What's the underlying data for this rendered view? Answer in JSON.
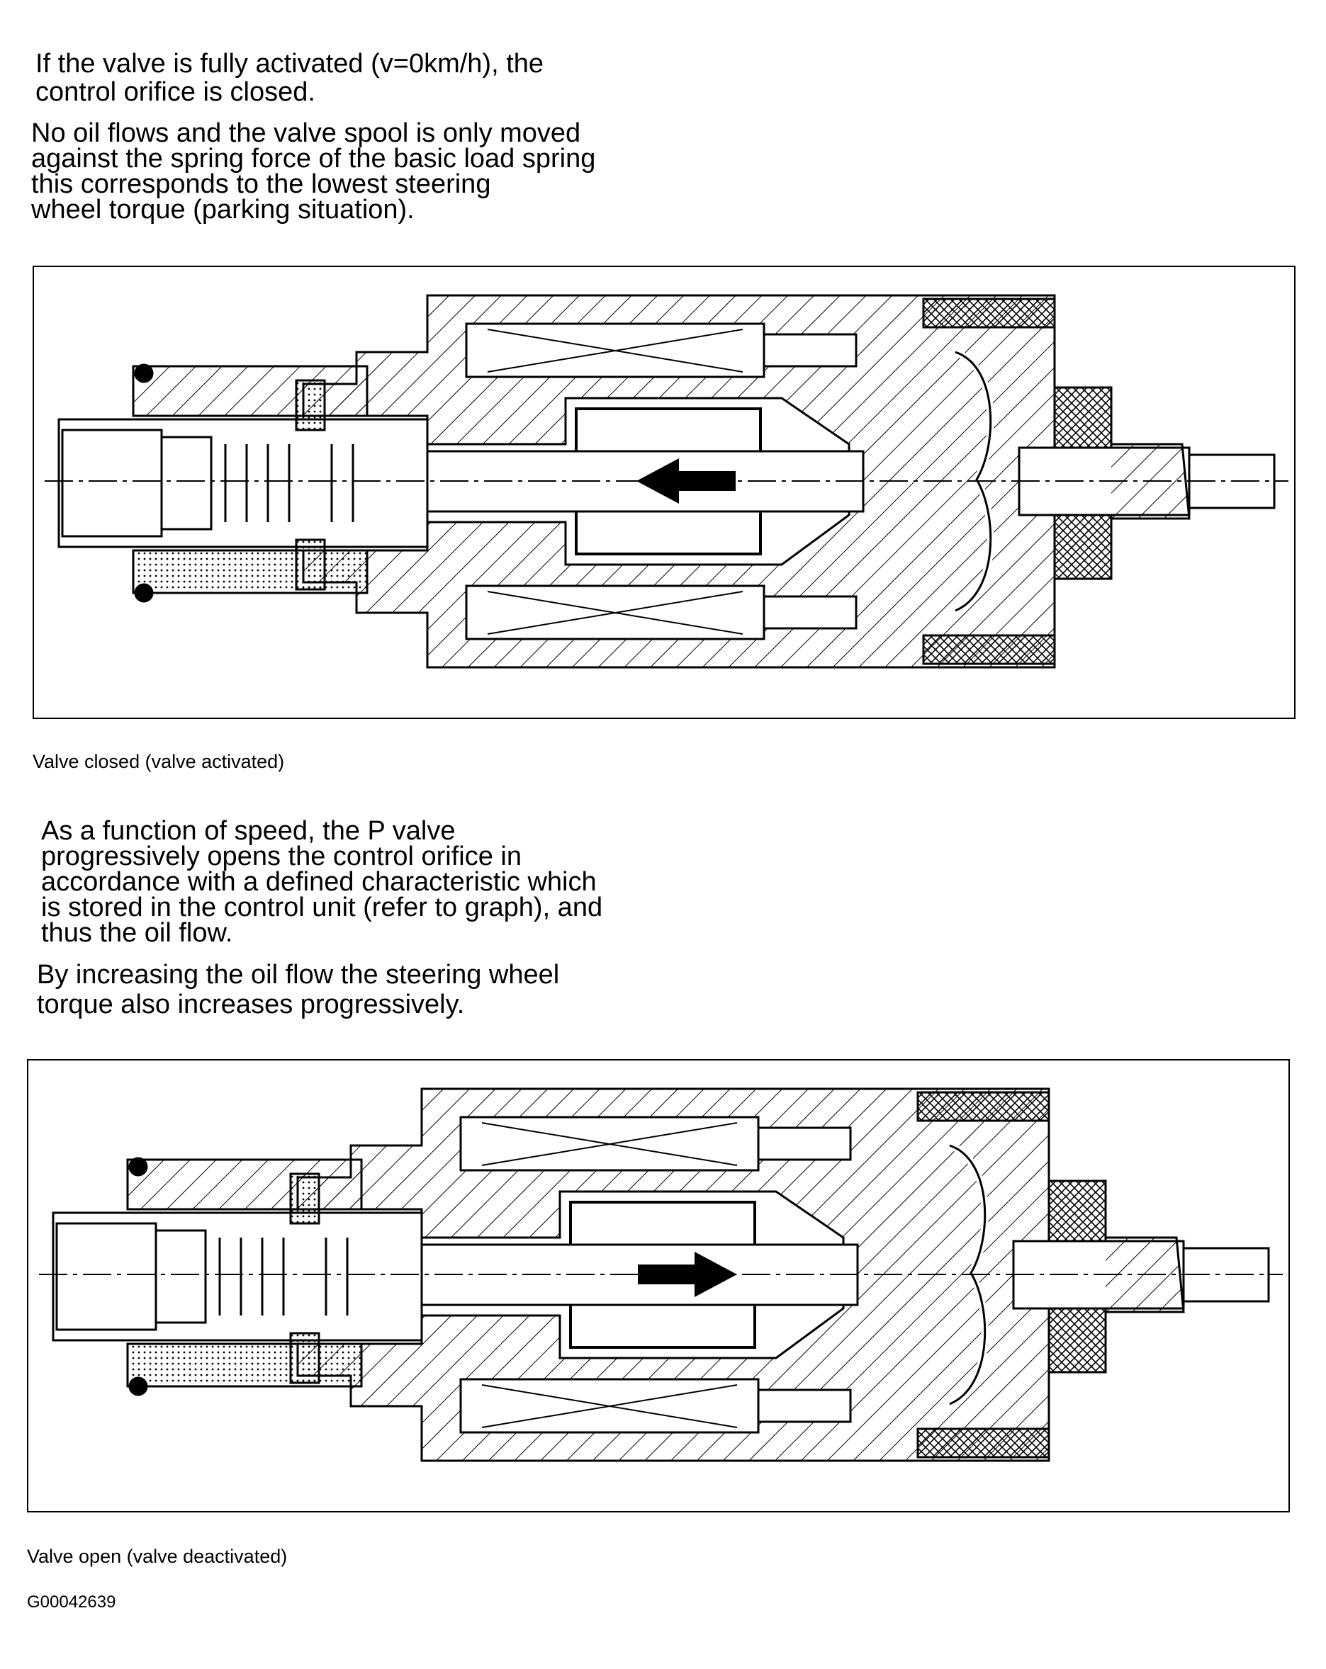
{
  "intro_paragraph_1": {
    "lines": [
      "If the valve is fully activated (v=0km/h), the",
      "control orifice is closed."
    ]
  },
  "intro_paragraph_2": {
    "lines": [
      "No oil flows and the valve spool is only moved",
      "against the spring force of the basic load spring",
      "this corresponds to the lowest steering",
      "wheel torque (parking situation)."
    ]
  },
  "figure_closed": {
    "caption": "Valve closed (valve activated)",
    "spool_arrow_direction": "left"
  },
  "middle_paragraph_1": {
    "lines": [
      "As a function of speed, the P valve",
      "progressively opens the control orifice in",
      "accordance with a defined characteristic which",
      "is stored in the control unit (refer to graph), and",
      "thus the oil flow."
    ]
  },
  "middle_paragraph_2": {
    "lines": [
      "By increasing the oil flow the steering wheel",
      "torque also increases progressively."
    ]
  },
  "figure_open": {
    "caption": "Valve open (valve deactivated)",
    "spool_arrow_direction": "right"
  },
  "graphic_id": "G00042639",
  "colors": {
    "ink": "#000000",
    "paper": "#ffffff"
  }
}
